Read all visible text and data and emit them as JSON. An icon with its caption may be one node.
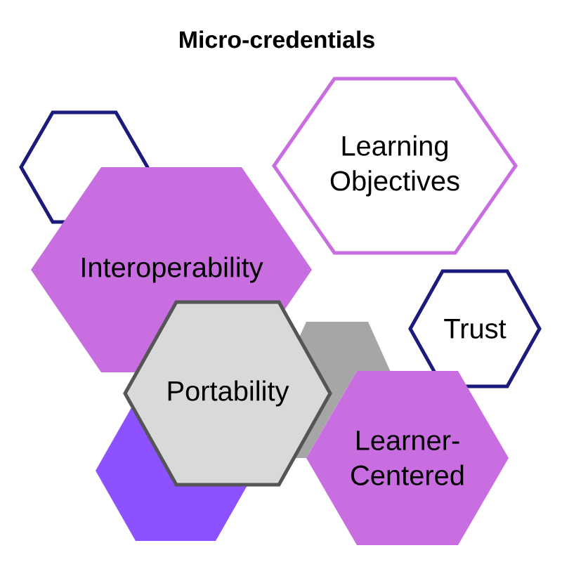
{
  "diagram": {
    "title": "Micro-credentials",
    "nodes": [
      {
        "text": [],
        "shape": "hexagon"
      },
      {
        "text": [
          "Learning Objectives"
        ]
      },
      {
        "text": [
          "Interoperability"
        ]
      },
      {
        "text": [
          "Trust"
        ]
      },
      {
        "text": [],
        "shape": "hexagon"
      },
      {
        "text": [
          "Portability"
        ]
      },
      {
        "text": [],
        "shape": "hexagon"
      },
      {
        "text": [
          "Learner-Centered"
        ]
      }
    ]
  }
}
